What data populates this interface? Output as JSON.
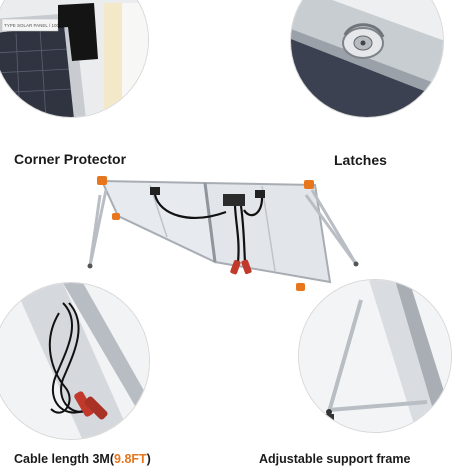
{
  "callouts": {
    "corner_protector": {
      "label": "Corner Protector",
      "panel_sticker": "TYPE SOLAR PANEL / 100W"
    },
    "latches": {
      "label": "Latches"
    },
    "cable": {
      "label_prefix": "Cable length 3M",
      "label_paren_open": "(",
      "label_highlight": "9.8FT",
      "label_paren_close": ")"
    },
    "support_frame": {
      "label": "Adjustable support frame"
    }
  },
  "colors": {
    "accent": "#e8761d",
    "frame": "#c9ccd0",
    "panel": "#dfe3e7",
    "cable": "#111111",
    "clip_red": "#c0392b"
  }
}
